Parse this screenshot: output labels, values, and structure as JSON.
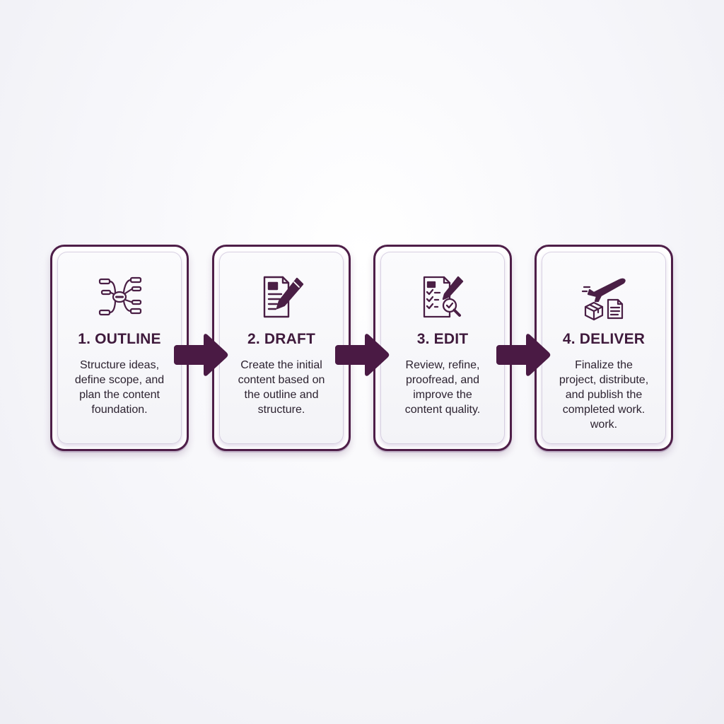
{
  "accent_color": "#4e1e48",
  "steps": [
    {
      "title": "1. OUTLINE",
      "icon": "mind-map-icon",
      "lines": [
        "Structure ideas,",
        "define scope, and",
        "plan the content",
        "foundation."
      ]
    },
    {
      "title": "2. DRAFT",
      "icon": "document-pen-icon",
      "lines": [
        "Create the initial",
        "content based on",
        "the outline and",
        "structure."
      ]
    },
    {
      "title": "3. EDIT",
      "icon": "checklist-magnifier-icon",
      "lines": [
        "Review, refine,",
        "proofread, and",
        "improve the",
        "content quality."
      ]
    },
    {
      "title": "4. DELIVER",
      "icon": "airplane-package-document-icon",
      "lines": [
        "Finalize the",
        "project, distribute,",
        "and publish the",
        "completed work.",
        "work."
      ]
    }
  ],
  "connectors": [
    "arrow-right-icon",
    "arrow-right-icon",
    "arrow-right-icon"
  ]
}
